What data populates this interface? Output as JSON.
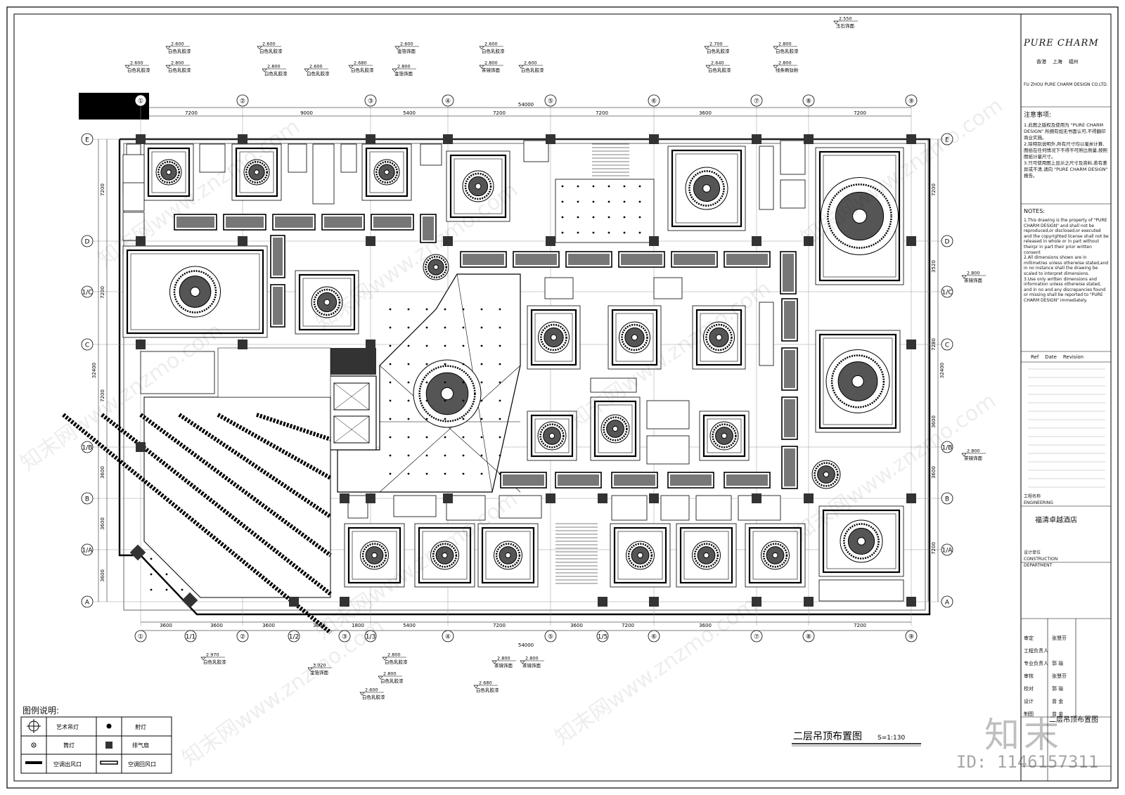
{
  "drawing": {
    "title": "二层吊顶布置图",
    "scale": "S=1:130",
    "axis_letters": [
      "E",
      "D",
      "1/C",
      "C",
      "1/B",
      "B",
      "1/A",
      "A"
    ],
    "axis_numbers_top": [
      "①",
      "②",
      "③",
      "④",
      "⑤",
      "⑥",
      "⑦",
      "⑧",
      "⑨"
    ],
    "axis_numbers_bottom": [
      "①",
      "1/1",
      "②",
      "1/2",
      "③",
      "1/3",
      "④",
      "⑤",
      "1/5",
      "⑥",
      "⑦",
      "⑧",
      "⑨"
    ],
    "top_dims": [
      "7200",
      "9000",
      "5400",
      "7200",
      "7200",
      "3600",
      "7200"
    ],
    "bottom_dims": [
      "3600",
      "3600",
      "3600",
      "3600",
      "1800",
      "5400",
      "7200",
      "3600",
      "7200",
      "3600",
      "7200"
    ],
    "total_width": "54000",
    "left_dims": [
      "7200",
      "7200",
      "7200",
      "3600",
      "3600",
      "3600"
    ],
    "right_dims": [
      "7200",
      "3520",
      "7280",
      "3600",
      "3600",
      "7200"
    ],
    "total_height": "32400",
    "labels_top": [
      {
        "elev": "2.600",
        "text": "白色乳胶漆"
      },
      {
        "elev": "2.800",
        "text": "白色乳胶漆"
      },
      {
        "elev": "2.600",
        "text": "白色乳胶漆"
      },
      {
        "elev": "2.600",
        "text": "白色乳胶漆"
      },
      {
        "elev": "2.800",
        "text": "白色乳胶漆"
      },
      {
        "elev": "2.600",
        "text": "白色乳胶漆"
      },
      {
        "elev": "2.680",
        "text": "白色乳胶漆"
      },
      {
        "elev": "2.800",
        "text": "金箔饰面"
      },
      {
        "elev": "2.600",
        "text": "金箔饰面"
      },
      {
        "elev": "2.600",
        "text": "白色乳胶漆"
      },
      {
        "elev": "2.800",
        "text": "茶镜饰面"
      },
      {
        "elev": "2.600",
        "text": "白色乳胶漆"
      },
      {
        "elev": "2.700",
        "text": "白色乳胶漆"
      },
      {
        "elev": "2.640",
        "text": "白色乳胶漆"
      },
      {
        "elev": "2.800",
        "text": "白色乳胶漆"
      },
      {
        "elev": "2.800",
        "text": "线条刷钛粉"
      },
      {
        "elev": "2.550",
        "text": "玉石饰面"
      }
    ],
    "labels_bottom": [
      {
        "elev": "2.970",
        "text": "白色乳胶漆"
      },
      {
        "elev": "3.020",
        "text": "金箔饰面"
      },
      {
        "elev": "2.800",
        "text": "白色乳胶漆"
      },
      {
        "elev": "2.800",
        "text": "白色乳胶漆"
      },
      {
        "elev": "2.800",
        "text": "茶镜饰面"
      },
      {
        "elev": "2.800",
        "text": "茶镜饰面"
      },
      {
        "elev": "2.680",
        "text": "白色乳胶漆"
      },
      {
        "elev": "2.600",
        "text": "白色乳胶漆"
      }
    ],
    "labels_right": [
      {
        "elev": "2.800",
        "text": "茶镜饰面"
      },
      {
        "elev": "2.800",
        "text": "茶镜饰面"
      }
    ]
  },
  "legend": {
    "title": "图例说明:",
    "items": [
      {
        "label": "艺术吊灯"
      },
      {
        "label": "射灯"
      },
      {
        "label": "筒灯"
      },
      {
        "label": "排气扇"
      },
      {
        "label": "空调出风口"
      },
      {
        "label": "空调回风口"
      }
    ]
  },
  "title_block": {
    "brand": "PURE CHARM",
    "cities": "香港    上海    福州",
    "company": "FU ZHOU PURE CHARM DESIGN CO.LTD.",
    "notes_cn_title": "注意事项:",
    "notes_cn": "1.此图之版权及使用为 \"PURE CHARM DESIGN\" 所拥有如无书面认可,不得翻印商业实施。\n2.除特别说明外,所有尺寸均以毫米计算,图纸在任何情况下不得不可照比例量,按照图纸计量尺寸。\n3.只可使用图上显示之尺寸及资料,若有差异或不清,请向 \"PURE CHARM DESIGN\" 报告。",
    "notes_en_title": "NOTES:",
    "notes_en": "1.This drawing is the property of \"PURE CHARM DESIGN\" and shall not be reproduced,or disclosed,or executed and the copyrighted license shall not be released in whole or in part without theirpr in part their prior written consent\n2.All dimensions shown are in millimetres unless otherwise stated,and in no instance shall the drawing be scaled to interpret dimensions.\n3.Use only written dimensions and information unless otherwise stated,\nand in no and any discrepancies found or missing shall be reported to \"PURE CHARM DESIGN\" immediately.",
    "revision_header": "Ref    Date    Revision",
    "project_label": "工程名称\nENGINEERING",
    "project_name": "福清卓越酒店",
    "dept_label": "设计单位\nCONSTRUCTION\nDEPARTMENT",
    "sheet_name": "二层吊顶布置图",
    "signoff_rows": [
      {
        "role": "审定",
        "name": "张慧芬"
      },
      {
        "role": "工程负责人",
        "name": ""
      },
      {
        "role": "专业负责人",
        "name": "郭 瑜"
      },
      {
        "role": "审核",
        "name": "张慧芬"
      },
      {
        "role": "校对",
        "name": "郭 瑜"
      },
      {
        "role": "设计",
        "name": "曾 金"
      },
      {
        "role": "制图",
        "name": "曾 金"
      }
    ]
  },
  "watermarks": {
    "text": "知末网www.znzmo.com",
    "logo": "知末",
    "id": "ID: 1146157311"
  }
}
